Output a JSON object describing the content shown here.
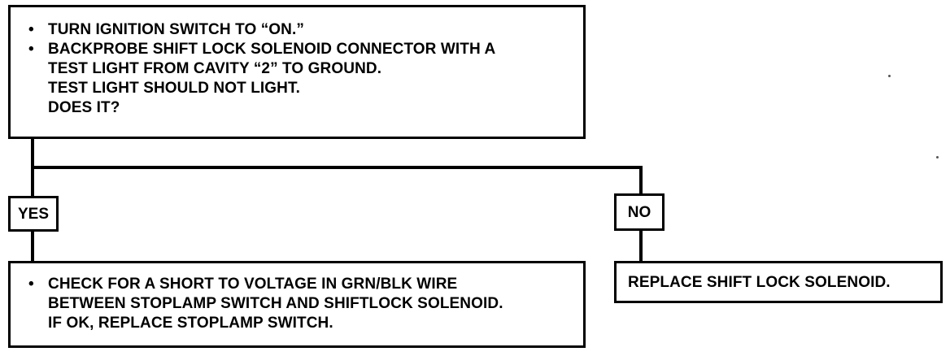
{
  "question": {
    "bullet_symbol": "•",
    "steps": [
      "TURN IGNITION SWITCH TO “ON.”",
      "BACKPROBE SHIFT LOCK SOLENOID CONNECTOR WITH A"
    ],
    "continuation": [
      "TEST LIGHT FROM CAVITY “2” TO GROUND.",
      "TEST LIGHT SHOULD NOT LIGHT.",
      "DOES IT?"
    ]
  },
  "branches": {
    "yes_label": "YES",
    "no_label": "NO"
  },
  "yes_action": {
    "bullet_symbol": "•",
    "lines": [
      "CHECK FOR A SHORT TO VOLTAGE IN GRN/BLK WIRE",
      "BETWEEN STOPLAMP SWITCH AND SHIFTLOCK SOLENOID.",
      "IF OK, REPLACE STOPLAMP SWITCH."
    ]
  },
  "no_action": {
    "text": "REPLACE SHIFT LOCK SOLENOID."
  }
}
